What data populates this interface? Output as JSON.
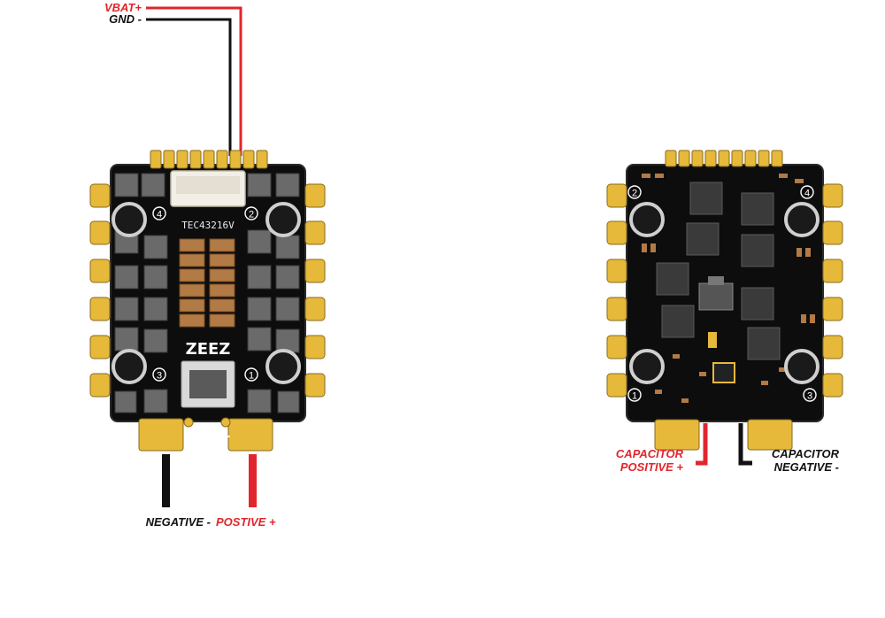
{
  "colors": {
    "positive": "#e0262c",
    "negative": "#111111",
    "board": "#0d0d0d",
    "pad": "#e6b93a",
    "copper": "#b27a45"
  },
  "left_board": {
    "wire_labels": {
      "vbat": "VBAT+",
      "gnd": "GND -"
    },
    "part_number": "TEC43216V",
    "logo": "ZEEZ",
    "minus_sign": "−",
    "plus_sign": "+",
    "motor_numbers": [
      "4",
      "2",
      "3",
      "1"
    ],
    "bottom_labels": {
      "negative": "NEGATIVE -",
      "positive": "POSTIVE +"
    }
  },
  "right_board": {
    "motor_numbers": [
      "2",
      "4",
      "1",
      "3"
    ],
    "cap_positive": {
      "line1": "CAPACITOR",
      "line2": "POSITIVE +"
    },
    "cap_negative": {
      "line1": "CAPACITOR",
      "line2": "NEGATIVE -"
    }
  }
}
